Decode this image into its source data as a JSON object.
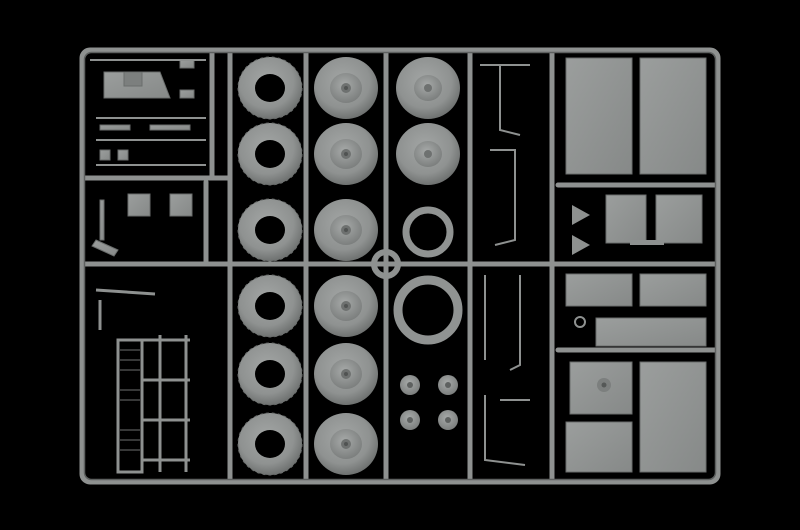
{
  "image": {
    "subject": "plastic-model-kit-sprue",
    "background_color": "#000000",
    "plastic_color": "#8e9190",
    "plastic_shadow_color": "#5e6160",
    "plastic_highlight_color": "#a9acab",
    "contents": {
      "tires_front_view": 6,
      "tires_side_view": 6,
      "wheel_hubs": 6,
      "ring_parts": 2,
      "panels": 14
    }
  }
}
